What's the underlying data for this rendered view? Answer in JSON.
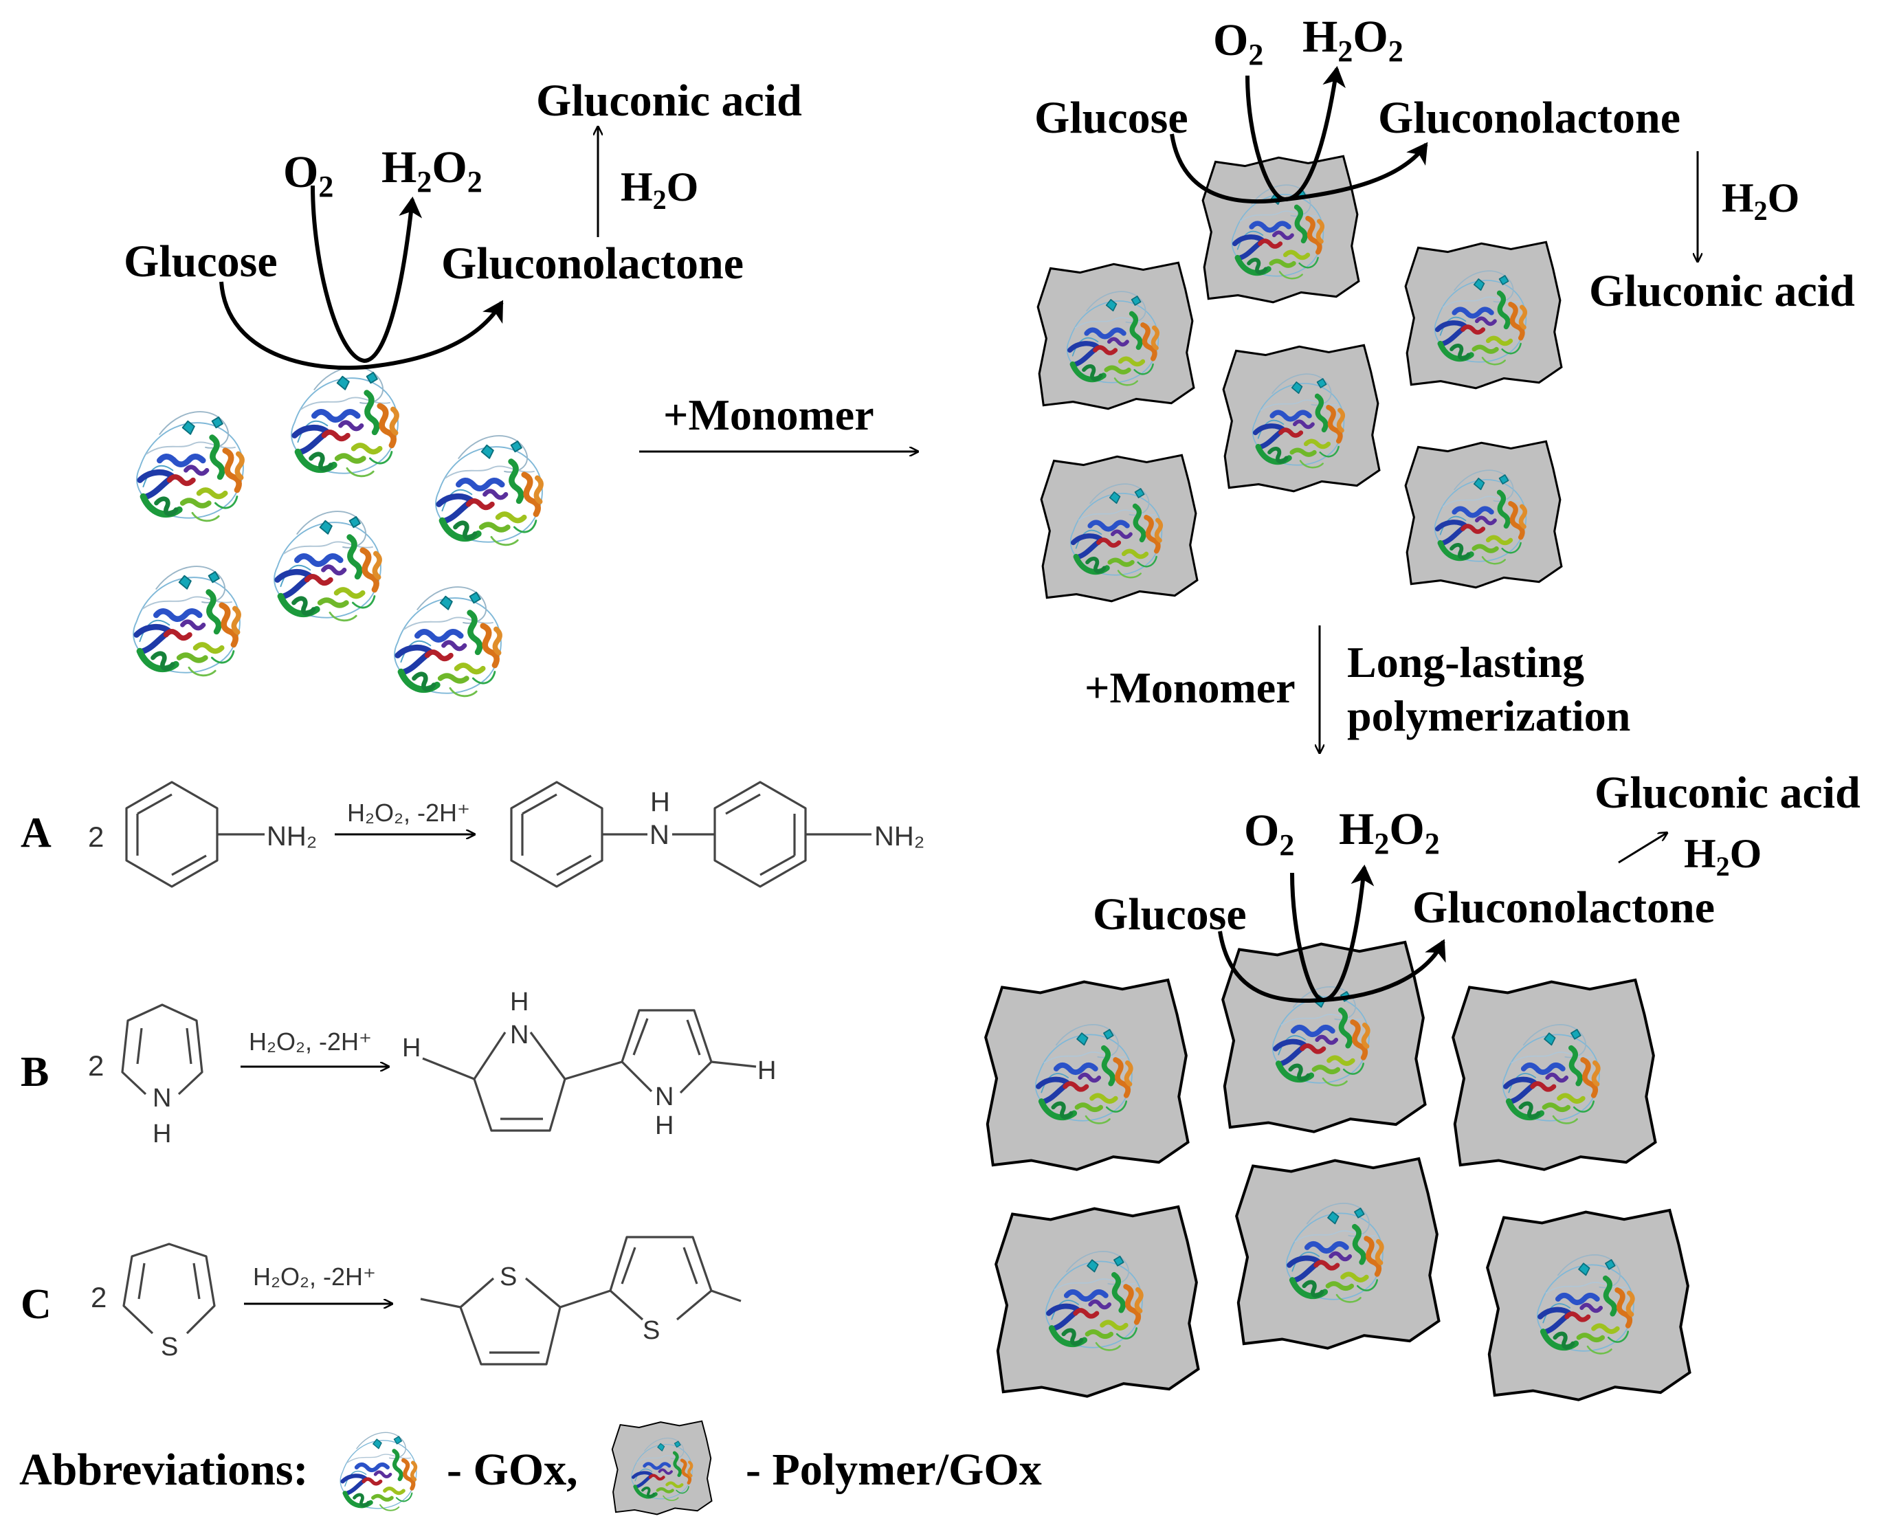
{
  "labels": {
    "glucose": "Glucose",
    "o2_main": "O",
    "o2_sub": "2",
    "h2o2_h": "H",
    "h2o2_sub1": "2",
    "h2o2_o": "O",
    "h2o2_sub2": "2",
    "gluconolactone": "Gluconolactone",
    "gluconic_acid": "Gluconic acid",
    "h2o_h": "H",
    "h2o_sub": "2",
    "h2o_o": "O",
    "plus_monomer": "+Monomer",
    "long_lasting": "Long-lasting",
    "polymerization": "polymerization"
  },
  "reactions": [
    {
      "letter": "A",
      "coef": "2",
      "condition": "H₂O₂, -2H⁺",
      "reactant_group": "NH₂",
      "product_linker": "N",
      "product_h": "H",
      "product_end": "NH₂"
    },
    {
      "letter": "B",
      "coef": "2",
      "condition": "H₂O₂, -2H⁺",
      "heteroatom": "N",
      "h": "H"
    },
    {
      "letter": "C",
      "coef": "2",
      "condition": "H₂O₂, -2H⁺",
      "heteroatom": "S"
    }
  ],
  "legend": {
    "prefix": "Abbreviations:",
    "gox": "- GOx,",
    "polymer_gox": "- Polymer/GOx"
  },
  "colors": {
    "shell": "#c0c0c0",
    "protein_blue": "#1f3aa8",
    "protein_green": "#1c9a3c",
    "protein_orange": "#d9731a",
    "protein_cyan": "#14a7b8",
    "protein_red": "#b3202a",
    "protein_yellow": "#9fc21e"
  }
}
